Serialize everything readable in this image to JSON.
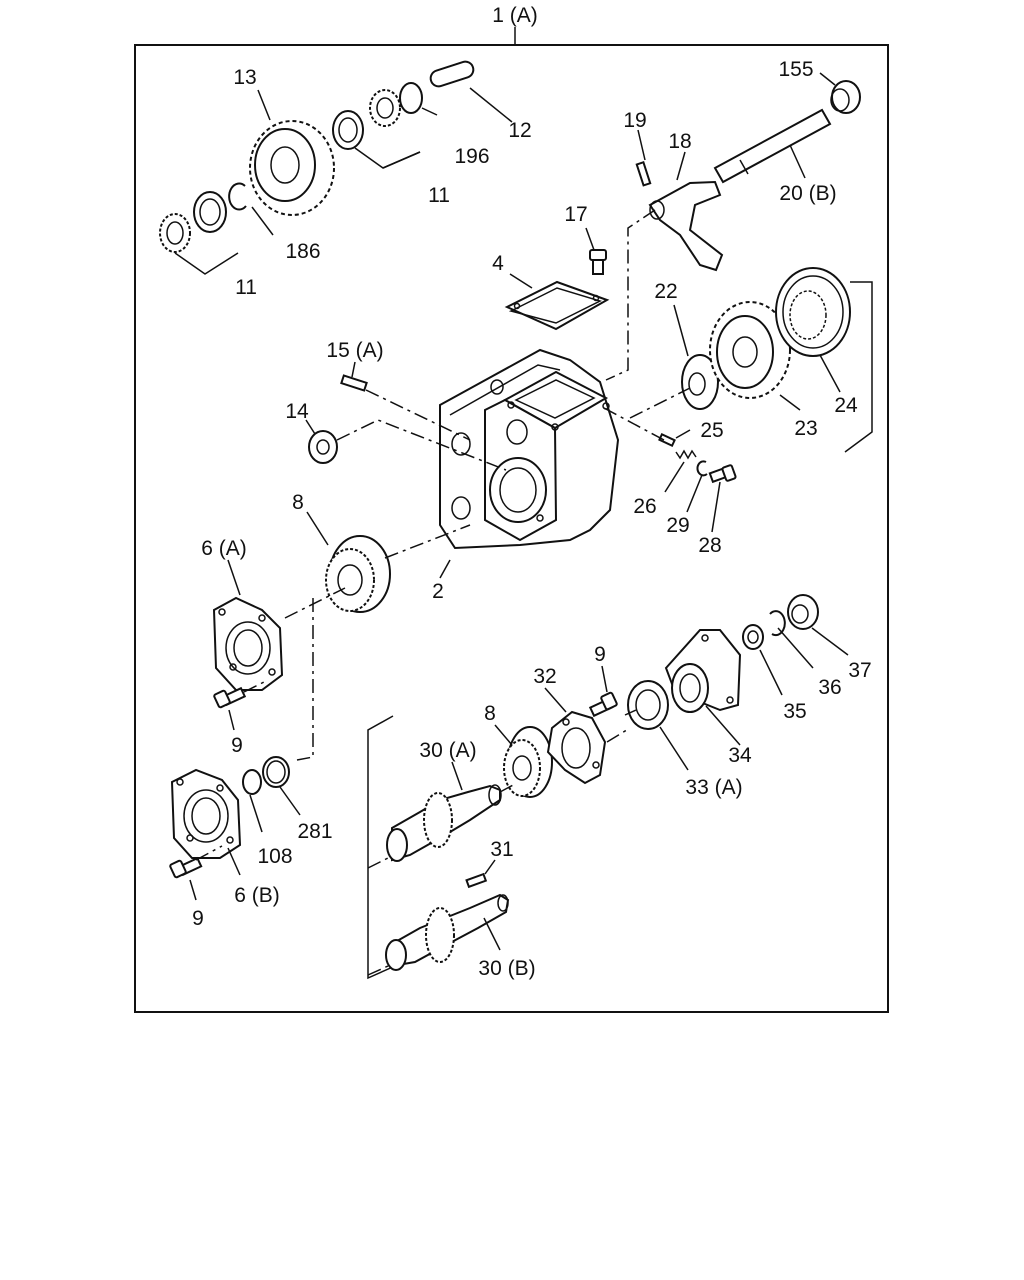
{
  "assembly_label": "1 (A)",
  "callouts": {
    "c155": "155",
    "c13": "13",
    "c12": "12",
    "c19": "19",
    "c18": "18",
    "c196": "196",
    "c11a": "11",
    "c20b": "20 (B)",
    "c17": "17",
    "c186": "186",
    "c11b": "11",
    "c4": "4",
    "c22": "22",
    "c15a": "15 (A)",
    "c24": "24",
    "c14": "14",
    "c23": "23",
    "c25": "25",
    "c8a": "8",
    "c26": "26",
    "c29": "29",
    "c28": "28",
    "c6a": "6 (A)",
    "c2": "2",
    "c9a": "9",
    "c32": "32",
    "c37": "37",
    "c36": "36",
    "c8b": "8",
    "c30a": "30 (A)",
    "c35": "35",
    "c9b": "9",
    "c34": "34",
    "c33a": "33 (A)",
    "c281": "281",
    "c108": "108",
    "c31": "31",
    "c6b": "6 (B)",
    "c9c": "9",
    "c30b": "30 (B)"
  }
}
